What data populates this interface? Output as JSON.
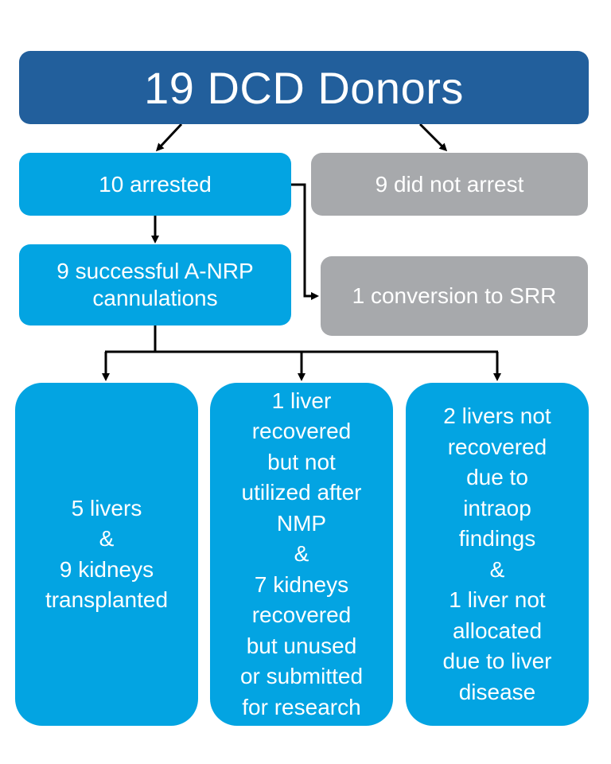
{
  "diagram": {
    "root": {
      "label": "19 DCD Donors"
    },
    "level1": [
      {
        "label": "10 arrested"
      },
      {
        "label": "9 did not arrest"
      }
    ],
    "level2": [
      {
        "label": "9 successful A-NRP\ncannulations"
      },
      {
        "label": "1 conversion to SRR"
      }
    ],
    "outcomes": [
      {
        "label": "5 livers\n&\n9 kidneys\ntransplanted"
      },
      {
        "label": "1 liver\nrecovered\nbut not\nutilized after\nNMP\n&\n7 kidneys\nrecovered\nbut unused\nor submitted\nfor research"
      },
      {
        "label": "2 livers not\nrecovered\ndue to\nintraop\nfindings\n&\n1 liver not\nallocated\ndue to liver\ndisease"
      }
    ],
    "colors": {
      "root": "#225f9c",
      "positive": "#03a4e2",
      "negative": "#a7a9ac",
      "connector": "#000000"
    }
  }
}
